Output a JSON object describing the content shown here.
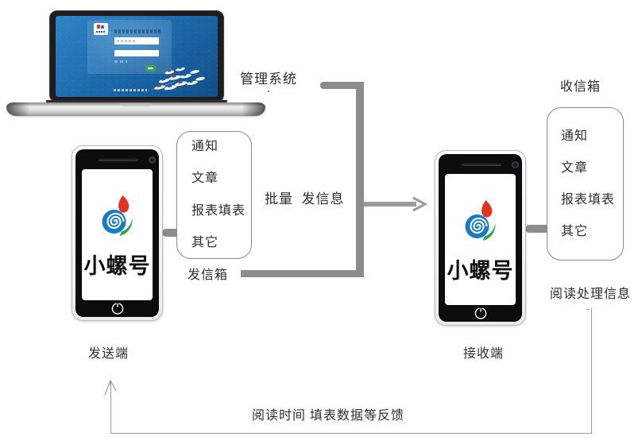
{
  "labels": {
    "management_system": "管理系统",
    "batch_send": "批量  发信息",
    "outbox": "发信箱",
    "inbox": "收信箱",
    "sender": "发送端",
    "receiver": "接收端",
    "read_handle": "阅读处理信息",
    "feedback": "阅读时间 填表数据等反馈"
  },
  "phone": {
    "brand": "小螺号"
  },
  "sender_box": {
    "items": [
      "通知",
      "文章",
      "报表填表",
      "其它"
    ]
  },
  "receiver_box": {
    "items": [
      "通知",
      "文章",
      "报表填表",
      "其它"
    ]
  },
  "colors": {
    "connector_gray": "#8c8c8c",
    "loop_gray": "#9a9a9a",
    "ocean_blue": "#1d6bad",
    "login_button_green": "#3fa34d",
    "logo_blue": "#1a7ac5",
    "logo_red": "#e03323",
    "logo_green": "#2ba54a"
  }
}
